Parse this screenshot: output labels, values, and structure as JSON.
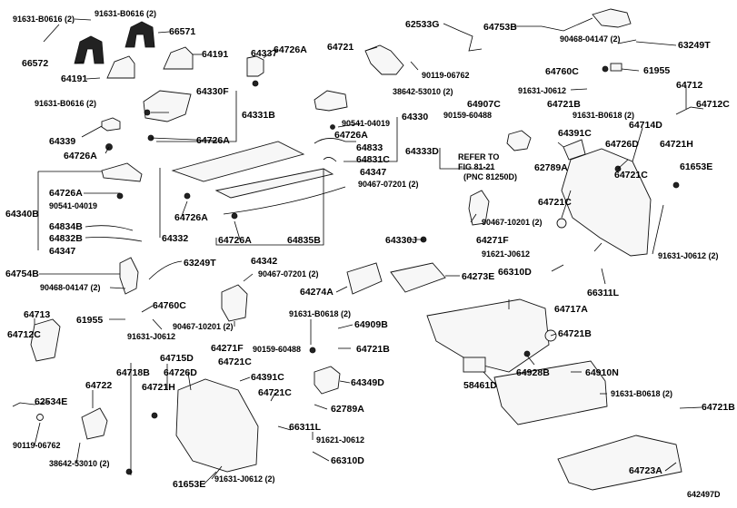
{
  "labels": {
    "l1": "91631-B0616 (2)",
    "l2": "91631-B0616 (2)",
    "l3": "66571",
    "l4": "66572",
    "l5": "64191",
    "l6": "64191",
    "l7": "64337",
    "l8": "64726A",
    "l9": "64330F",
    "l10": "91631-B0616 (2)",
    "l11": "64331B",
    "l12": "64339",
    "l13": "64726A",
    "l14": "64726A",
    "l15": "64721",
    "l16": "62533G",
    "l17": "64753B",
    "l18": "90468-04147 (2)",
    "l19": "63249T",
    "l20": "90119-06762",
    "l21": "38642-53010 (2)",
    "l22": "64760C",
    "l23": "61955",
    "l24": "91631-J0612",
    "l25": "64907C",
    "l26": "64712",
    "l27": "64721B",
    "l28": "64712C",
    "l29": "90159-60488",
    "l30": "91631-B0618 (2)",
    "l31": "90541-04019",
    "l32": "64330",
    "l33": "64726A",
    "l34": "64833",
    "l35": "64831C",
    "l36": "64347",
    "l37": "64333D",
    "l38": "REFER TO",
    "l39": "FIG 81-21",
    "l40": "(PNC 81250D)",
    "l41": "64391C",
    "l42": "64714D",
    "l43": "64726D",
    "l44": "64721H",
    "l45": "62789A",
    "l46": "64721C",
    "l47": "61653E",
    "l48": "90467-07201 (2)",
    "l49": "64721C",
    "l50": "64340B",
    "l51": "64726A",
    "l52": "90541-04019",
    "l53": "64834B",
    "l54": "64832B",
    "l55": "64347",
    "l56": "64726A",
    "l57": "64332",
    "l58": "90467-10201 (2)",
    "l59": "64271F",
    "l60": "64726A",
    "l61": "64835B",
    "l62": "91621-J0612",
    "l63": "91631-J0612 (2)",
    "l64": "64330J",
    "l65": "66310D",
    "l66": "64342",
    "l67": "64754B",
    "l68": "63249T",
    "l69": "90468-04147 (2)",
    "l70": "90467-07201 (2)",
    "l71": "64274A",
    "l72": "64273E",
    "l73": "66311L",
    "l74": "64760C",
    "l75": "64713",
    "l76": "61955",
    "l77": "91631-J0612",
    "l78": "90467-10201 (2)",
    "l79": "64271F",
    "l80": "64717A",
    "l81": "64712C",
    "l82": "91631-B0618 (2)",
    "l83": "64909B",
    "l84": "64721B",
    "l85": "90159-60488",
    "l86": "64721B",
    "l87": "64715D",
    "l88": "64718B",
    "l89": "64726D",
    "l90": "64721C",
    "l91": "64391C",
    "l92": "64721H",
    "l93": "64349D",
    "l94": "58461D",
    "l95": "64928B",
    "l96": "64910N",
    "l97": "62534E",
    "l98": "64722",
    "l99": "64721C",
    "l100": "62789A",
    "l101": "91631-B0618 (2)",
    "l102": "66311L",
    "l103": "91621-J0612",
    "l104": "64721B",
    "l105": "90119-06762",
    "l106": "38642-53010 (2)",
    "l107": "66310D",
    "l108": "61653E",
    "l109": "91631-J0612 (2)",
    "l110": "64723A",
    "l111": "642497D"
  }
}
